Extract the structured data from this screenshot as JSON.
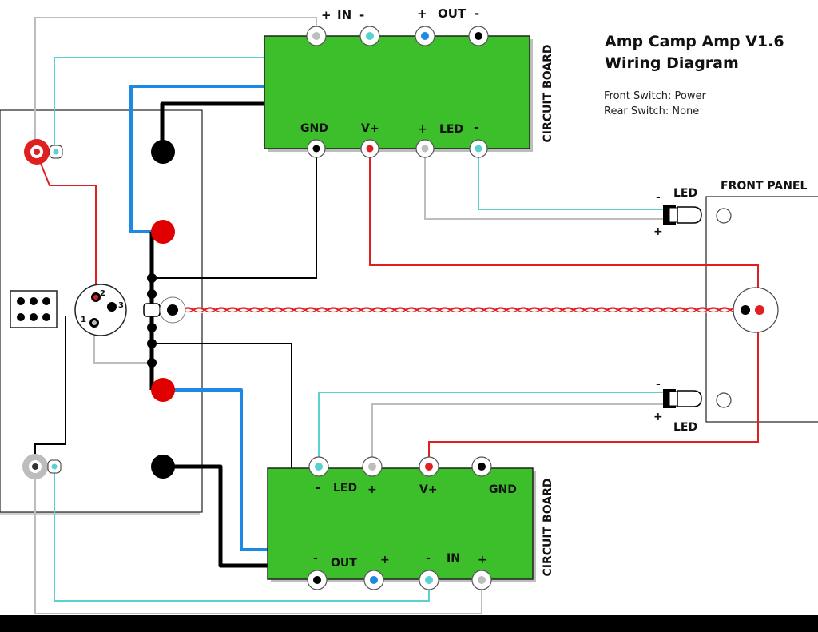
{
  "title_line1": "Amp Camp Amp V1.6",
  "title_line2": "Wiring Diagram",
  "front_switch": "Front Switch: Power",
  "rear_switch": "Rear Switch: None",
  "circuit_board_label": "CIRCUIT BOARD",
  "front_panel_label": "FRONT PANEL",
  "led_label": "LED",
  "minus": "-",
  "plus": "+",
  "top_board": {
    "in_label": "IN",
    "out_label": "OUT",
    "gnd_label": "GND",
    "vplus_label": "V+",
    "led_label": "LED"
  },
  "bottom_board": {
    "led_label": "LED",
    "vplus_label": "V+",
    "gnd_label": "GND",
    "out_label": "OUT",
    "in_label": "IN"
  },
  "connector_pins": [
    "2",
    "3",
    "1"
  ],
  "colors": {
    "board": "#3cbf2a",
    "red": "#e02020",
    "cyan": "#5ad1d1",
    "blue": "#1e88e5",
    "grey": "#bdbdbd",
    "black": "#000000"
  }
}
